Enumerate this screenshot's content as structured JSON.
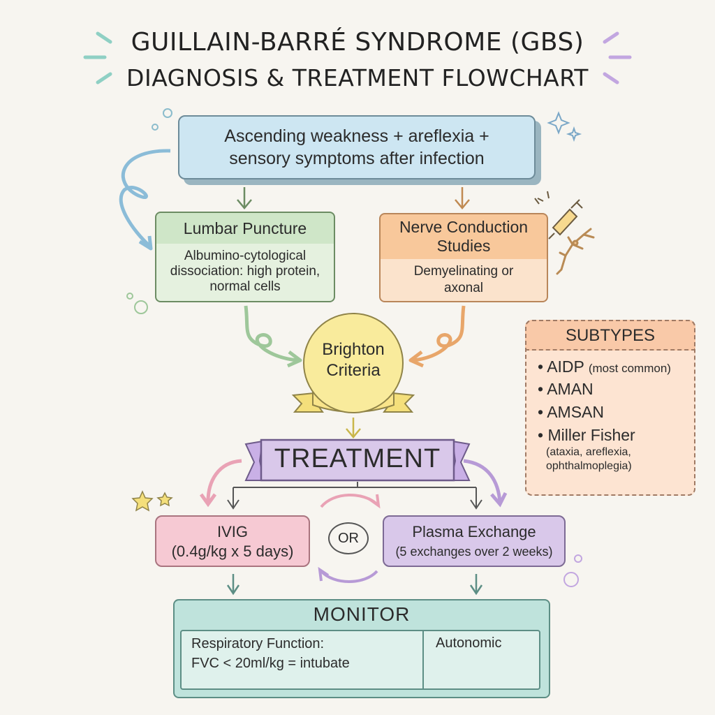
{
  "title": {
    "line1": "GUILLAIN-BARRÉ SYNDROME (GBS)",
    "line2": "DIAGNOSIS & TREATMENT FLOWCHART"
  },
  "symptom": {
    "line1": "Ascending weakness + areflexia +",
    "line2": "sensory symptoms after infection"
  },
  "lumbar_puncture": {
    "title": "Lumbar Puncture",
    "line1": "Albumino-cytological",
    "line2": "dissociation: high protein,",
    "line3": "normal cells"
  },
  "nerve_conduction": {
    "title1": "Nerve Conduction",
    "title2": "Studies",
    "line1": "Demyelinating or",
    "line2": "axonal"
  },
  "brighton": {
    "line1": "Brighton",
    "line2": "Criteria"
  },
  "subtypes": {
    "title": "SUBTYPES",
    "items": [
      {
        "name": "AIDP",
        "note": "(most common)"
      },
      {
        "name": "AMAN"
      },
      {
        "name": "AMSAN"
      },
      {
        "name": "Miller Fisher"
      }
    ],
    "miller_fisher_note1": "(ataxia, areflexia,",
    "miller_fisher_note2": "ophthalmoplegia)"
  },
  "treatment": {
    "label": "TREATMENT",
    "or_label": "OR",
    "ivig": {
      "name": "IVIG",
      "dose": "(0.4g/kg x 5 days)"
    },
    "plasma": {
      "name": "Plasma Exchange",
      "dose": "(5 exchanges over 2 weeks)"
    }
  },
  "monitor": {
    "title": "MONITOR",
    "respiratory_line1": "Respiratory Function:",
    "respiratory_line2": "FVC < 20ml/kg = intubate",
    "autonomic": "Autonomic"
  },
  "colors": {
    "symptom": "#cde6f2",
    "lumbar": "#cfe6c8",
    "nerve": "#f8c89b",
    "brighton": "#f9eb9c",
    "treatment": "#d9c8ea",
    "ivig": "#f6c9d3",
    "monitor": "#bfe3dc",
    "subtypes": "#fde4d2"
  }
}
